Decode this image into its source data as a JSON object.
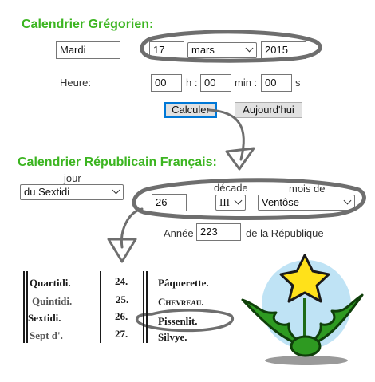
{
  "gregorian": {
    "heading": "Calendrier Grégorien:",
    "weekday": "Mardi",
    "day": "17",
    "month": "mars",
    "year": "2015",
    "time_label": "Heure:",
    "hours": "00",
    "hours_unit": "h :",
    "minutes": "00",
    "minutes_unit": "min :",
    "seconds": "00",
    "seconds_unit": "s",
    "calc_button": "Calculer",
    "today_button": "Aujourd'hui"
  },
  "republican": {
    "heading": "Calendrier Républicain Français:",
    "jour_label": "jour",
    "jour_value": "du Sextidi",
    "decade_label": "décade",
    "mois_label": "mois de",
    "day_number": "26",
    "decade_value": "III",
    "month_value": "Ventôse",
    "year_label": "Année",
    "year_value": "223",
    "year_suffix": "de la République"
  },
  "document": {
    "rows": [
      {
        "day": "Quartidi.",
        "num": "24.",
        "name": "Pâquerette."
      },
      {
        "day": "Quintidi.",
        "num": "25.",
        "name": "Chevreau."
      },
      {
        "day": "Sextidi.",
        "num": "26.",
        "name": "Pissenlit."
      },
      {
        "day": "Sept d'.",
        "num": "27.",
        "name": "Silvye."
      }
    ]
  },
  "colors": {
    "heading_green": "#3cb521",
    "focus_blue": "#0078d7",
    "arrow_gray": "#6e6e6e",
    "flower_yellow": "#ffe11a",
    "leaf_green": "#2e9a21",
    "sky_blue": "#bfe3f5"
  }
}
